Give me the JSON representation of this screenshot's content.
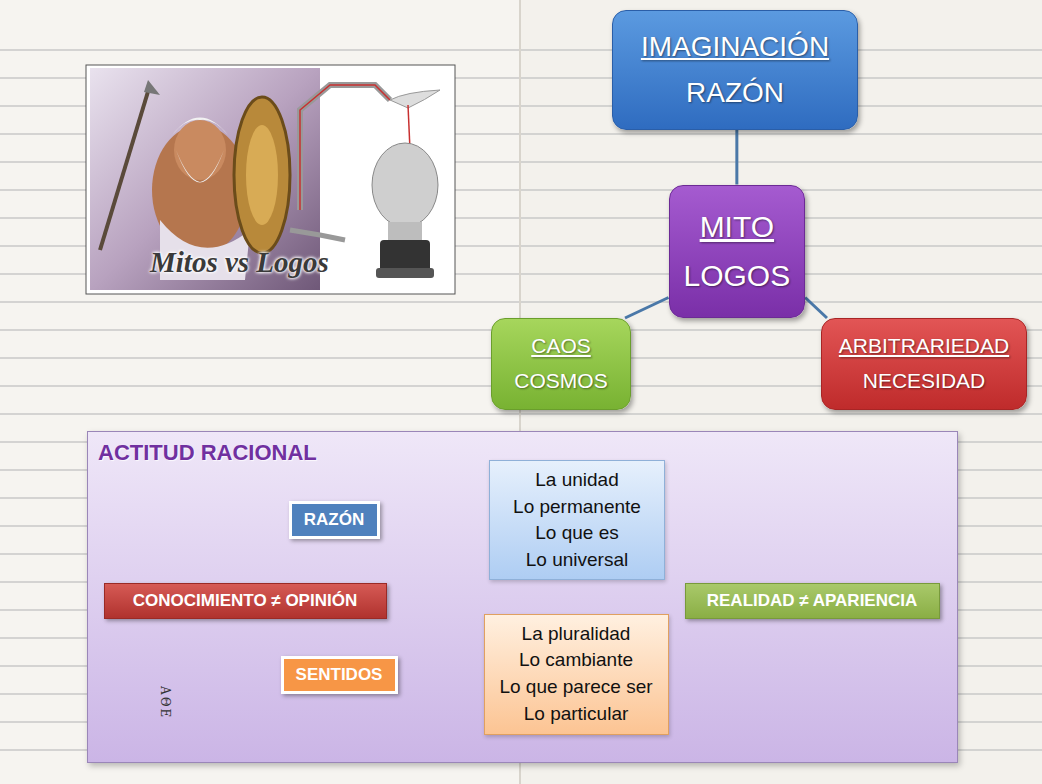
{
  "diagram": {
    "nodes": [
      {
        "text": [
          "IMAGINACIÓN",
          "RAZÓN"
        ]
      },
      {
        "text": [
          "MITO",
          "LOGOS"
        ]
      },
      {
        "text": [
          "CAOS",
          "COSMOS"
        ]
      },
      {
        "text": [
          "ARBITRARIEDAD",
          "NECESIDAD"
        ]
      },
      {
        "text": [
          "ACTITUD RACIONAL"
        ]
      },
      {
        "text": [
          "CONOCIMIENTO ≠ OPINIÓN"
        ],
        "in": 4
      },
      {
        "text": [
          "RAZÓN"
        ],
        "in": 4
      },
      {
        "text": [
          "SENTIDOS"
        ],
        "in": 4
      },
      {
        "text": [
          "La unidad",
          "Lo permanente",
          "Lo que es",
          "Lo universal"
        ],
        "in": 4
      },
      {
        "text": [
          "La pluralidad",
          "Lo cambiante",
          "Lo que parece ser",
          "Lo particular"
        ],
        "in": 4
      },
      {
        "text": [
          "REALIDAD ≠ APARIENCIA"
        ],
        "in": 4
      }
    ],
    "edges": [
      {
        "from": 0,
        "to": 1,
        "arrow": "none"
      },
      {
        "from": 1,
        "to": 2,
        "arrow": "none"
      },
      {
        "from": 1,
        "to": 3,
        "arrow": "none"
      },
      {
        "from": 5,
        "to": 6,
        "arrow": "to"
      },
      {
        "from": 5,
        "to": 7,
        "arrow": "to"
      },
      {
        "from": 6,
        "to": 8,
        "arrow": "to"
      },
      {
        "from": 7,
        "to": 9,
        "arrow": "to"
      },
      {
        "from": 8,
        "to": 10,
        "arrow": "to"
      },
      {
        "from": 9,
        "to": 10,
        "arrow": "to"
      }
    ],
    "labels": [
      "Mitos vs Logos",
      "ΑΘΕ"
    ]
  }
}
